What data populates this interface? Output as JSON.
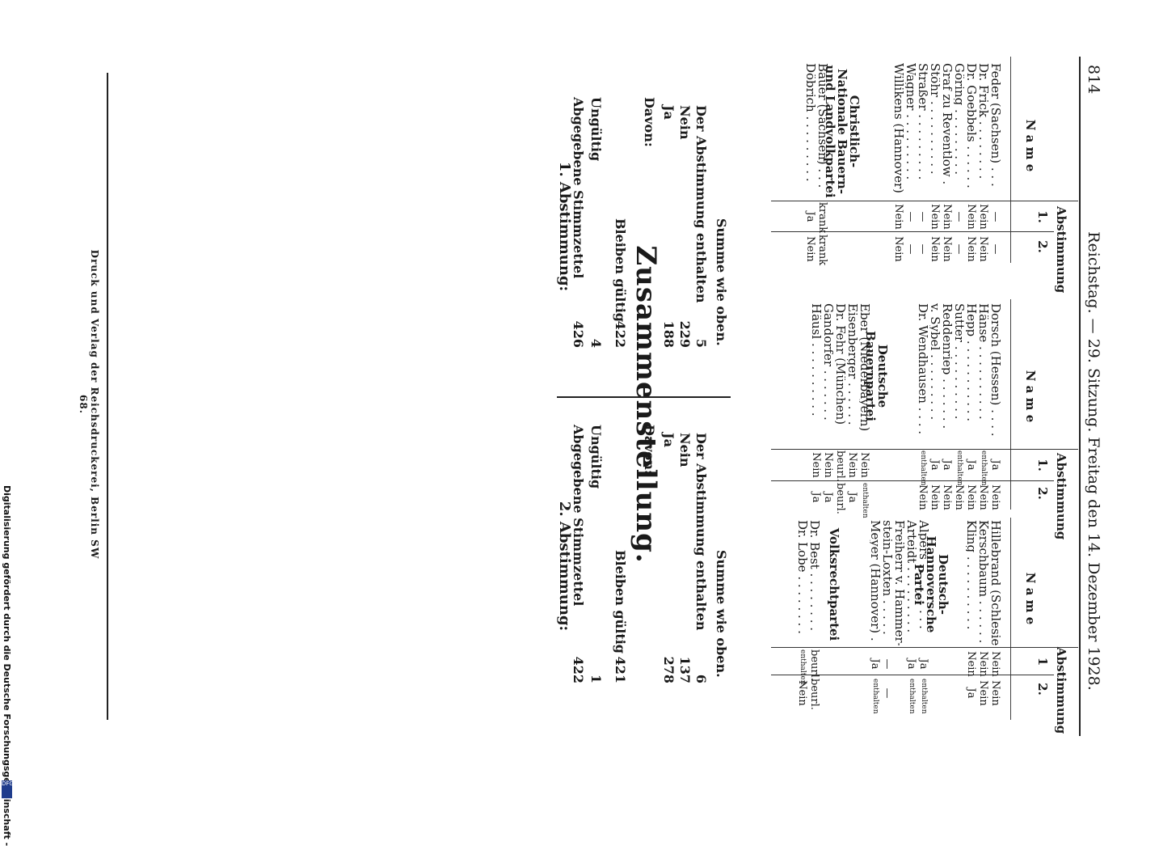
{
  "header": {
    "page_number": "814",
    "center": "Reichstag. — 29. Sitzung. Freitag den 14. Dezember 1928."
  },
  "table_headers": {
    "name": "N a m e",
    "abstimmung": "Abstimmung",
    "col1": "1.",
    "col2": "2.",
    "col1_alt": "1"
  },
  "columns": [
    {
      "rows": [
        {
          "name": "Feder (Sachsen) . . .",
          "v1": "—",
          "v2": "—"
        },
        {
          "name": "Dr. Frick . . . . . . . .",
          "v1": "Nein",
          "v2": "Nein"
        },
        {
          "name": "Dr. Goebbels . . . . . .",
          "v1": "Nein",
          "v2": "Nein"
        },
        {
          "name": "Göring . . . . . . . . .",
          "v1": "—",
          "v2": "—"
        },
        {
          "name": "Graf zu Reventlow .",
          "v1": "Nein",
          "v2": "Nein"
        },
        {
          "name": "Stöhr . . . . . . . . . .",
          "v1": "Nein",
          "v2": "Nein"
        },
        {
          "name": "Straßer . . . . . . . . .",
          "v1": "—",
          "v2": "—"
        },
        {
          "name": "Wagner . . . . . . . . .",
          "v1": "—",
          "v2": "—"
        },
        {
          "name": "Willikens (Hannover)",
          "v1": "Nein",
          "v2": "Nein"
        }
      ],
      "party": "Christlich-Nationale Bauern- und Landvolkpartei",
      "rows2": [
        {
          "name": "Bauer (Sachsen) . . .",
          "v1": "krank",
          "v2": "krank"
        },
        {
          "name": "Döbrich . . . . . . . . .",
          "v1": "Ja",
          "v2": "Nein"
        }
      ]
    },
    {
      "rows": [
        {
          "name": "Dorsch (Hessen) . . . .",
          "v1": "Ja",
          "v2": "Nein"
        },
        {
          "name": "Hänse . . . . . . . . . .",
          "v1": "enthalten",
          "v2": "Nein"
        },
        {
          "name": "Hepp . . . . . . . . . . .",
          "v1": "Ja",
          "v2": "Nein"
        },
        {
          "name": "Sutter . . . . . . . . . .",
          "v1": "enthalten",
          "v2": "Nein"
        },
        {
          "name": "Reddenriep . . . . . . .",
          "v1": "Ja",
          "v2": "Nein"
        },
        {
          "name": "v. Sybel . . . . . . . . .",
          "v1": "Ja",
          "v2": "Nein"
        },
        {
          "name": "Dr. Wendhausen . . . .",
          "v1": "enthalten",
          "v2": "Nein"
        }
      ],
      "party": "Deutsche Bauernpartei",
      "rows2": [
        {
          "name": "Eber (Niederbayern)",
          "v1": "Nein",
          "v2": "enthalten"
        },
        {
          "name": "Eisenberger . . . . . .",
          "v1": "Nein",
          "v2": "Ja"
        },
        {
          "name": "Dr. Fehr (München)",
          "v1": "beurl.",
          "v2": "beurl."
        },
        {
          "name": "Gandorfer . . . . . . .",
          "v1": "Nein",
          "v2": "Ja"
        },
        {
          "name": "Häusl . . . . . . . . . .",
          "v1": "Nein",
          "v2": "Ja"
        }
      ]
    },
    {
      "rows": [
        {
          "name": "Hillebrand (Schlesien)",
          "v1": "Nein",
          "v2": "Nein"
        },
        {
          "name": "Kerschbaum . . . . . .",
          "v1": "Nein",
          "v2": "Nein"
        },
        {
          "name": "Kling . . . . . . . . . .",
          "v1": "Nein",
          "v2": "Ja"
        }
      ],
      "party": "Deutsch-Hannoversche Partei",
      "rows2": [
        {
          "name": "Alpers . . . . . . . . .",
          "v1": "Ja",
          "v2": "enthalten"
        },
        {
          "name": "Arteidt . . . . . . . . .",
          "v1": "Ja",
          "v2": "enthalten"
        },
        {
          "name": "Freiherr v. Hammer-",
          "v1": "",
          "v2": ""
        },
        {
          "name": "stein-Loxten . . . . .",
          "v1": "—",
          "v2": "—"
        },
        {
          "name": "Meyer (Hannover) . .",
          "v1": "Ja",
          "v2": "enthalten"
        }
      ],
      "party2": "Volksrechtpartei",
      "rows3": [
        {
          "name": "Dr. Best . . . . . . . .",
          "v1": "beurl.",
          "v2": "beurl."
        },
        {
          "name": "Dr. Lobe . . . . . . . .",
          "v1": "enthalten",
          "v2": "Nein"
        }
      ]
    }
  ],
  "summary": {
    "title": "Zusammenstellung.",
    "vote1": {
      "heading": "1. Abstimmung:",
      "abgegeben_label": "Abgegebene Stimmzettel",
      "abgegeben": "426",
      "ungueltig_label": "Ungültig",
      "ungueltig": "4",
      "gueltig_label": "Bleiben gültig",
      "gueltig": "422",
      "davon": "Davon:",
      "ja_label": "Ja",
      "ja": "188",
      "nein_label": "Nein",
      "nein": "229",
      "enthalten_label": "Der Abstimmung enthalten",
      "enthalten": "5",
      "summe": "Summe wie oben."
    },
    "vote2": {
      "heading": "2. Abstimmung:",
      "abgegeben_label": "Abgegebene Stimmzettel",
      "abgegeben": "422",
      "ungueltig_label": "Ungültig",
      "ungueltig": "1",
      "gueltig_label": "Bleiben gültig",
      "gueltig": "421",
      "davon": "Davon:",
      "ja_label": "Ja",
      "ja": "278",
      "nein_label": "Nein",
      "nein": "137",
      "enthalten_label": "Der Abstimmung enthalten",
      "enthalten": "6",
      "summe": "Summe wie oben."
    }
  },
  "footer": "Druck und Verlag der Reichsdruckerei, Berlin SW 68.",
  "dfg": {
    "text": "Digitalisierung gefördert durch die Deutsche Forschungsgemeinschaft -",
    "logo": "DFG"
  }
}
